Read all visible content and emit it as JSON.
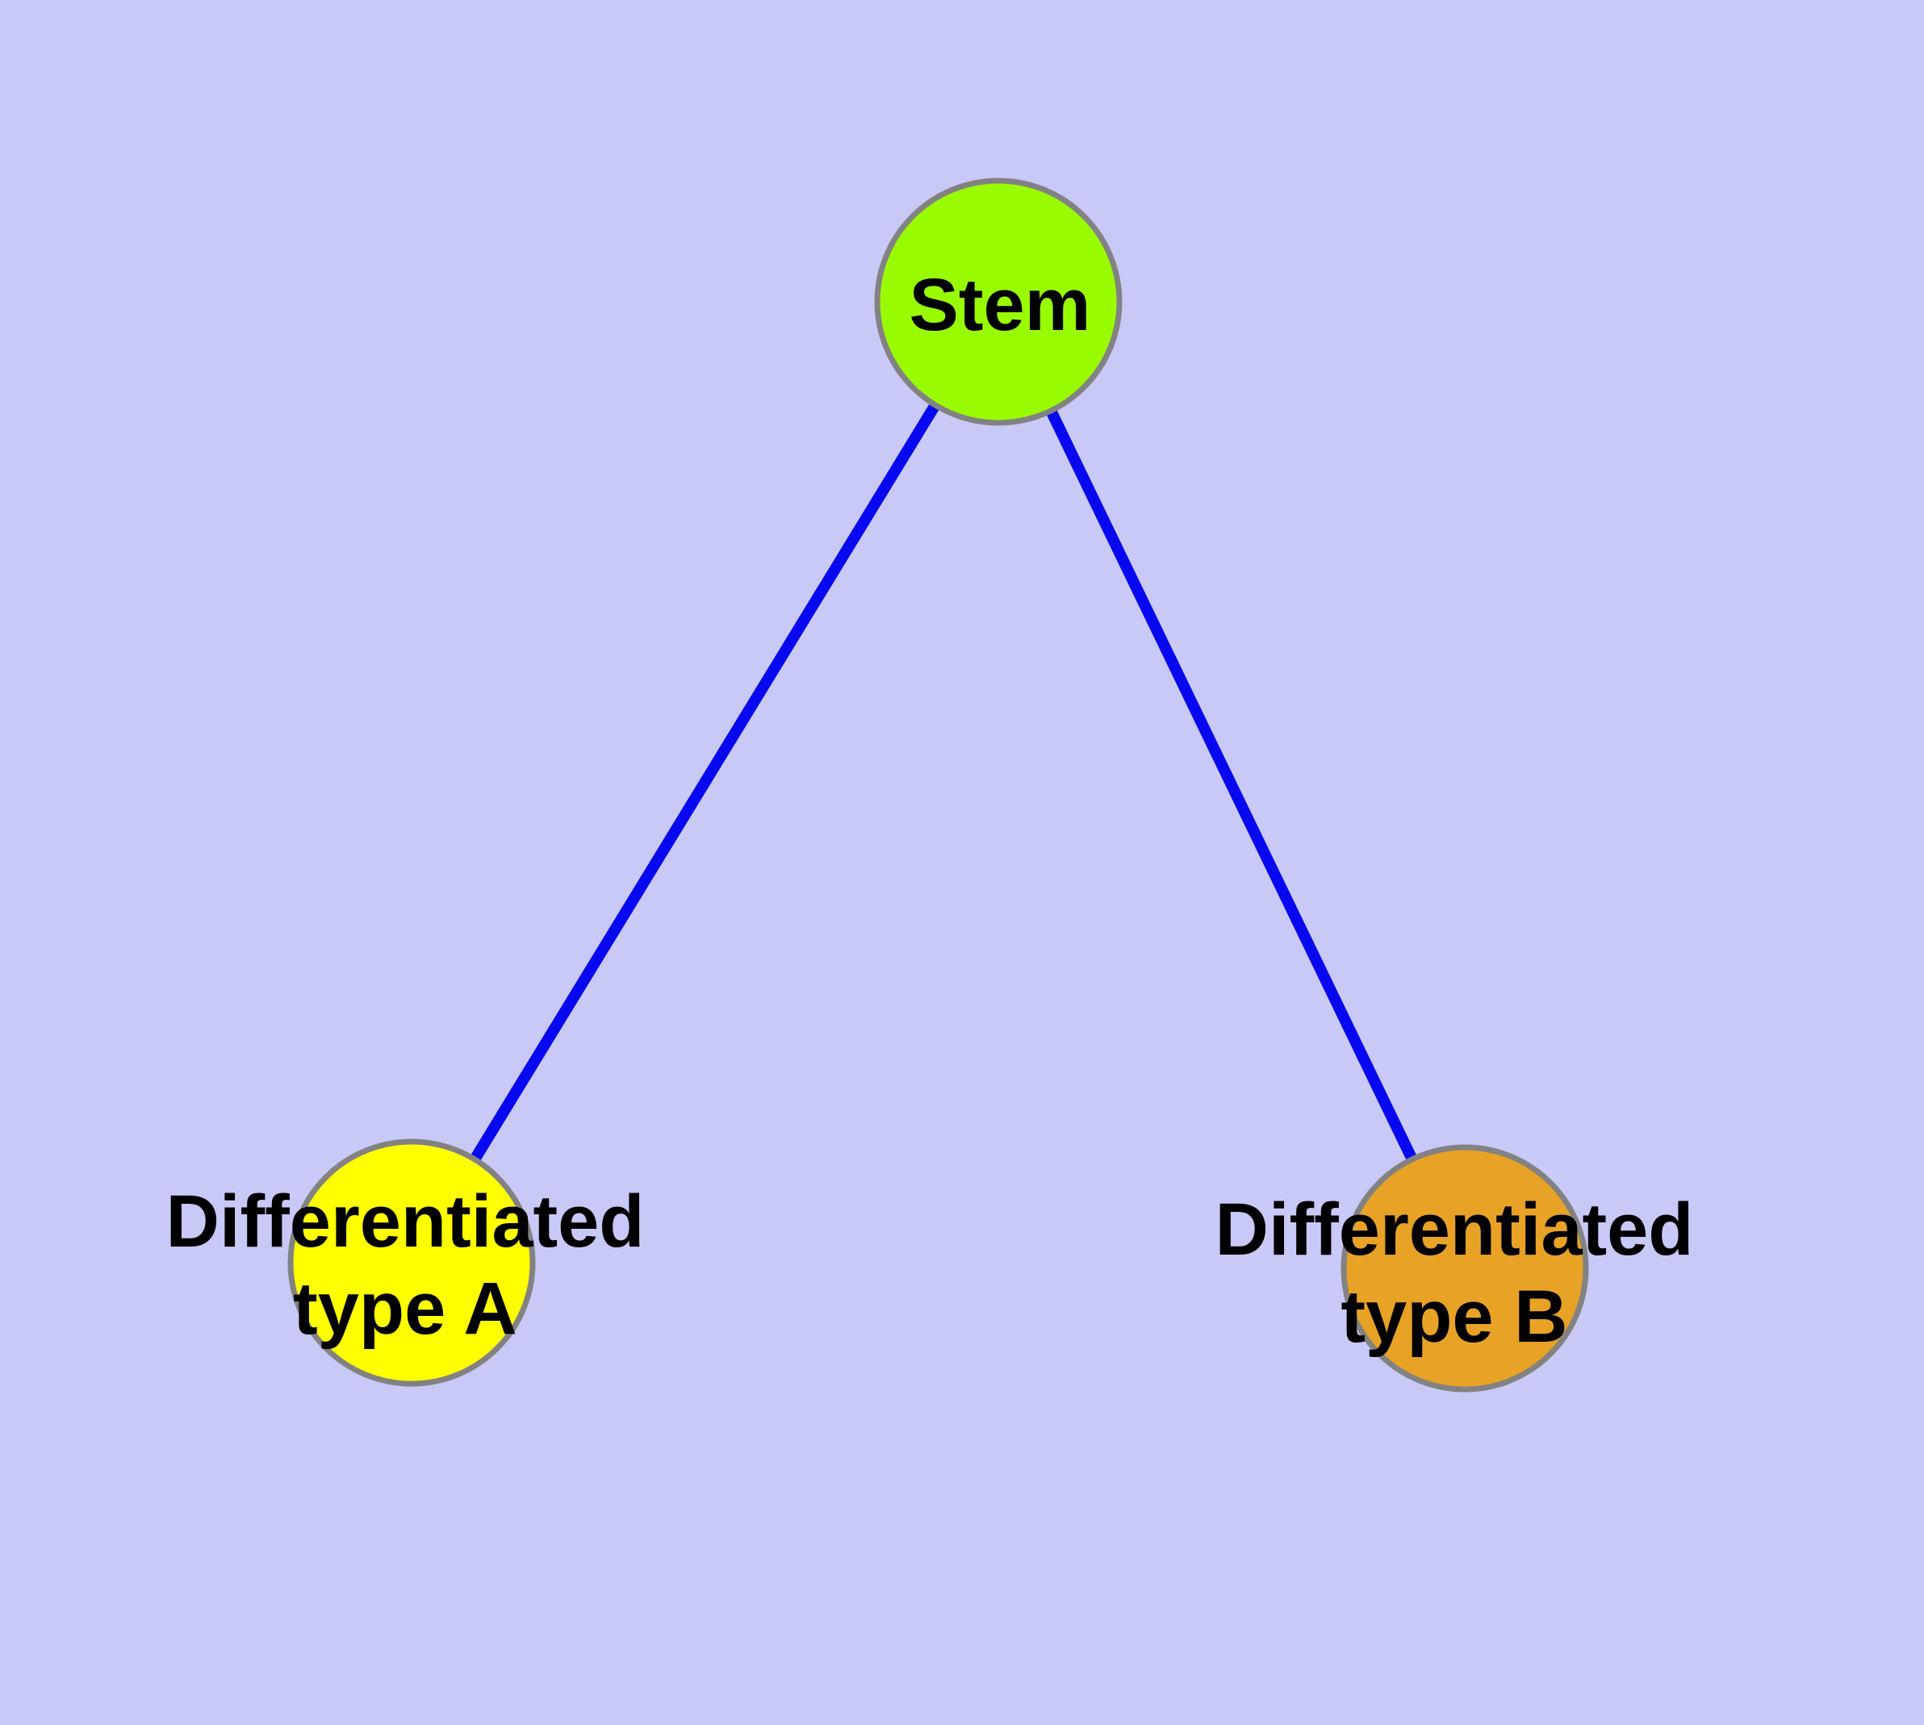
{
  "canvas": {
    "background": "#C9C9F8"
  },
  "colors": {
    "edge": "#0707F0",
    "node_border": "#828282",
    "label_text": "#000000"
  },
  "graph": {
    "nodes": [
      {
        "id": "stem",
        "label": "Stem",
        "label_lines": [
          "Stem"
        ],
        "fill": "#99FB00"
      },
      {
        "id": "type-a",
        "label": "Differentiated type A",
        "label_lines": [
          "Differentiated",
          "type A"
        ],
        "fill": "#FFFF00"
      },
      {
        "id": "type-b",
        "label": "Differentiated type B",
        "label_lines": [
          "Differentiated",
          "type B"
        ],
        "fill": "#E8A226"
      }
    ],
    "edges": [
      {
        "from": "stem",
        "to": "type-a",
        "color": "#0707F0"
      },
      {
        "from": "stem",
        "to": "type-b",
        "color": "#0707F0"
      }
    ]
  }
}
